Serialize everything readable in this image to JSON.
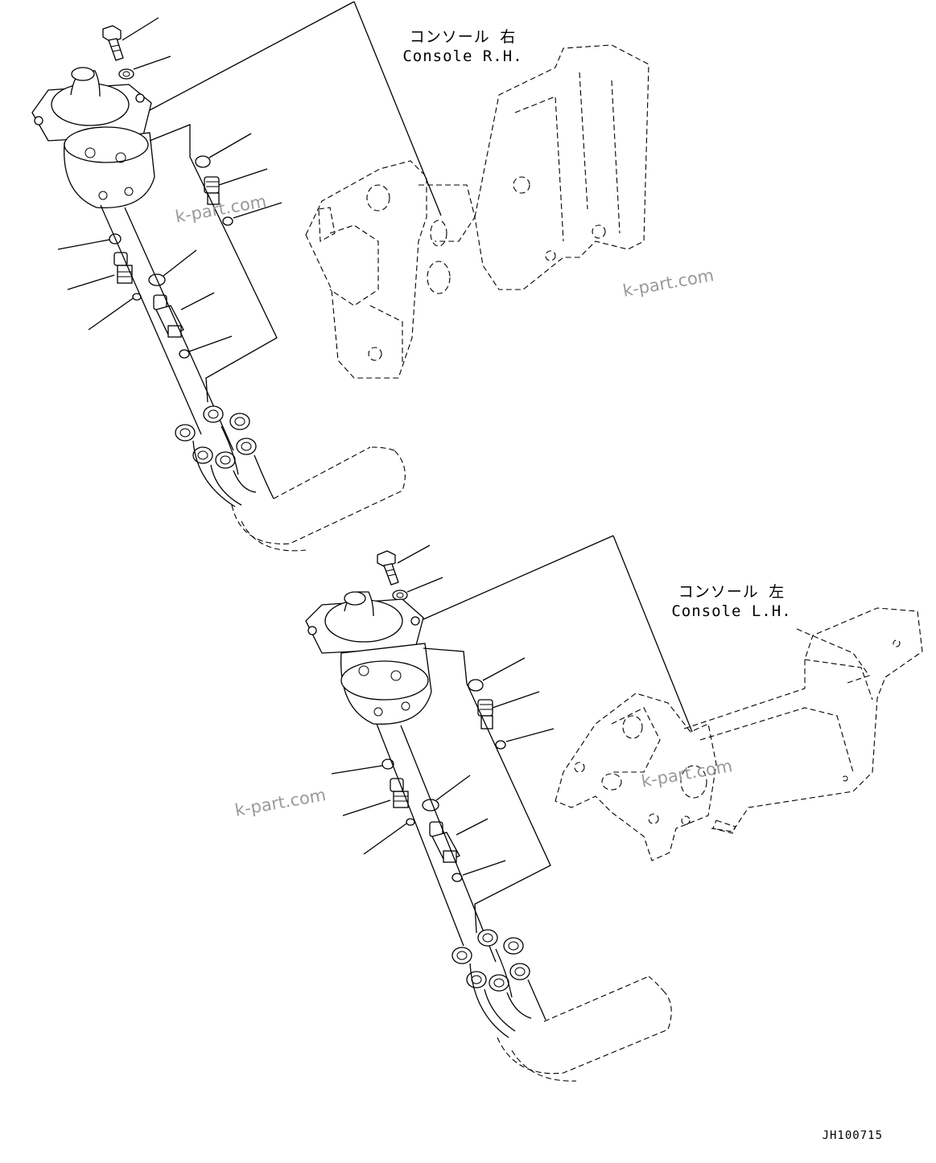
{
  "consoles": [
    {
      "label_jp": "コンソール 右",
      "label_en": "Console R.H."
    },
    {
      "label_jp": "コンソール 左",
      "label_en": "Console L.H."
    }
  ],
  "watermarks": [
    "k-part.com",
    "k-part.com",
    "k-part.com",
    "k-part.com"
  ],
  "drawing_code": "JH100715"
}
